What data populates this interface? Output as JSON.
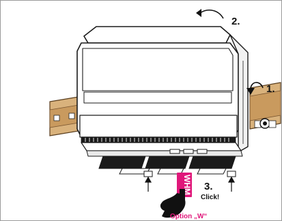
{
  "steps": {
    "step1": "1.",
    "step2": "2.",
    "step3": "3."
  },
  "click_label": "Click!",
  "option_label": "Option „W“",
  "clip_text": "WHM",
  "colors": {
    "rail": "#d9b27c",
    "rail_dark": "#a57a45",
    "housing": "#ffffff",
    "outline": "#1a1a1a",
    "accent": "#e0177a"
  },
  "icons": [
    "hand-pointer-icon",
    "arrow-up-icon",
    "curved-arrow-icon",
    "screw-icon"
  ]
}
